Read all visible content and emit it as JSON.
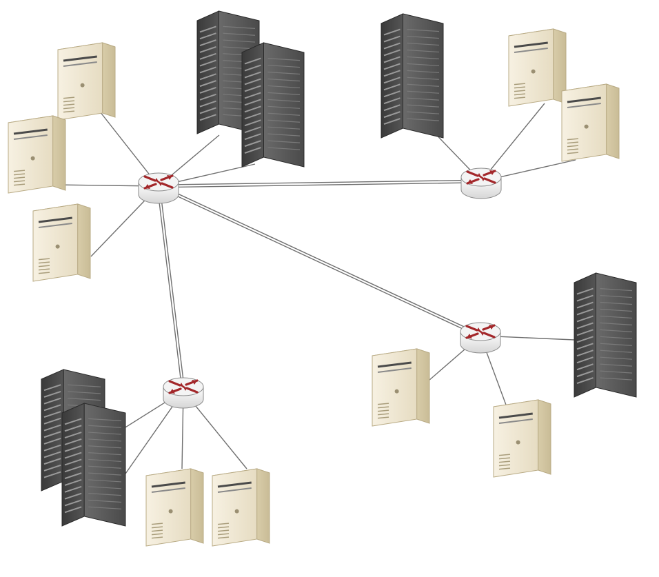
{
  "colors": {
    "background": "#ffffff",
    "link": "#6f6f6f",
    "router_body": "#eeeeee",
    "router_arrow": "#a3272a",
    "rack_body": "#5a5a5a",
    "tower_body": "#efe6cf"
  },
  "icons": {
    "router": "router-icon",
    "rack_server": "rack-server-icon",
    "tower_server": "tower-server-icon"
  },
  "routers": [
    {
      "id": "router-hub"
    },
    {
      "id": "router-top-right"
    },
    {
      "id": "router-bottom-left"
    },
    {
      "id": "router-bottom-right"
    }
  ],
  "servers": [
    {
      "id": "hub-rack-1",
      "kind": "rack",
      "router": "router-hub"
    },
    {
      "id": "hub-rack-2",
      "kind": "rack",
      "router": "router-hub"
    },
    {
      "id": "hub-tower-1",
      "kind": "tower",
      "router": "router-hub"
    },
    {
      "id": "hub-tower-2",
      "kind": "tower",
      "router": "router-hub"
    },
    {
      "id": "hub-tower-3",
      "kind": "tower",
      "router": "router-hub"
    },
    {
      "id": "tr-rack-1",
      "kind": "rack",
      "router": "router-top-right"
    },
    {
      "id": "tr-tower-1",
      "kind": "tower",
      "router": "router-top-right"
    },
    {
      "id": "tr-tower-2",
      "kind": "tower",
      "router": "router-top-right"
    },
    {
      "id": "bl-rack-1",
      "kind": "rack",
      "router": "router-bottom-left"
    },
    {
      "id": "bl-rack-2",
      "kind": "rack",
      "router": "router-bottom-left"
    },
    {
      "id": "bl-tower-1",
      "kind": "tower",
      "router": "router-bottom-left"
    },
    {
      "id": "bl-tower-2",
      "kind": "tower",
      "router": "router-bottom-left"
    },
    {
      "id": "br-rack-1",
      "kind": "rack",
      "router": "router-bottom-right"
    },
    {
      "id": "br-tower-1",
      "kind": "tower",
      "router": "router-bottom-right"
    },
    {
      "id": "br-tower-2",
      "kind": "tower",
      "router": "router-bottom-right"
    }
  ],
  "trunk_links": [
    {
      "from": "router-hub",
      "to": "router-top-right"
    },
    {
      "from": "router-hub",
      "to": "router-bottom-left"
    },
    {
      "from": "router-hub",
      "to": "router-bottom-right"
    }
  ]
}
